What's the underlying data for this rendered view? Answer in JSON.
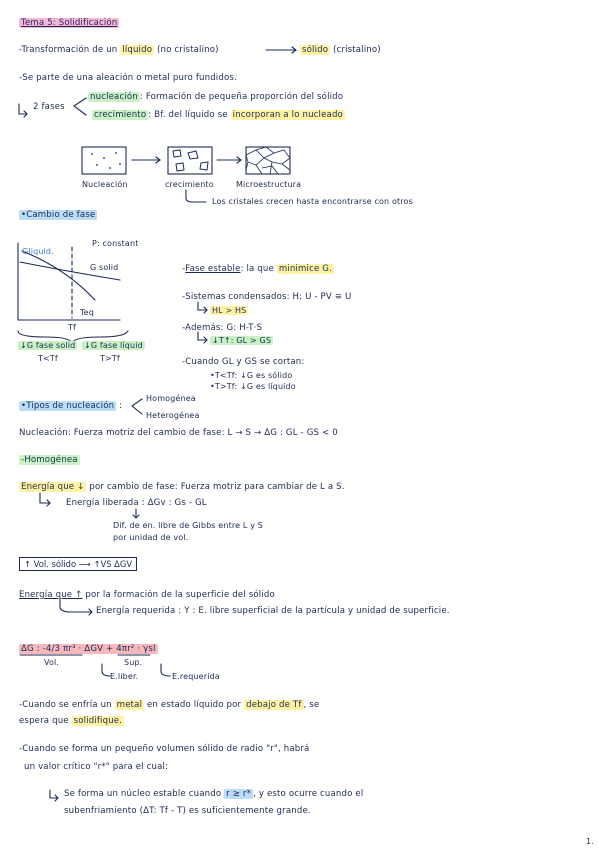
{
  "title": "Tema 5: Solidificación",
  "l_transform_a": "-Transformación de un",
  "l_transform_b": "líquido",
  "l_transform_c": "(no cristalino)",
  "l_transform_d": "sólido",
  "l_transform_e": "(cristalino)",
  "l_parte": "-Se parte de una aleación o metal puro fundidos.",
  "fases_label": "2 fases",
  "nucleacion_word": "nucleación",
  "nucleacion_def": ": Formación de pequeña proporción del sólido",
  "crecimiento_word": "crecimiento",
  "crecimiento_def_a": ": Bf. del líquido se",
  "crecimiento_def_b": "incorporan a lo nucleado",
  "diag_nucleacion": "Nucleación",
  "diag_crecimiento": "crecimiento",
  "diag_micro": "Microestructura",
  "diag_note": "Los cristales crecen hasta encontrarse con otros",
  "cambio_fase": "•Cambio de fase",
  "graph_p": "P: constant",
  "graph_gliquid": "Gliquid.",
  "graph_gsolid": "G solid",
  "graph_teq": "Teq",
  "graph_tf": "Tf",
  "fase_solid": "↓G fase solid",
  "fase_liquid": "↓G fase líquid",
  "t_less": "T<Tf",
  "t_greater": "T>Tf",
  "estable_a": "-",
  "estable_b": "Fase estable",
  "estable_c": ": la que",
  "estable_d": "minimice G.",
  "condensados": "-Sistemas condensados:  H: U - PV ≅ U",
  "hl_hs": "HL > HS",
  "ademas": "-Además: G: H-T·S",
  "ts_gl": "↓T↑: GL > GS",
  "cuando": "-Cuando  GL y GS se cortan:",
  "cuando1": "•T<Tf: ↓G es sólido",
  "cuando2": "•T>Tf: ↓G es líquido",
  "tipos": "•Tipos de nucleación",
  "homogenea_opt": "Homogénea",
  "heterogenea_opt": "Heterogénea",
  "fuerza": "Nucleación: Fuerza motriz del cambio de fase: L → S → ΔG : GL - GS < 0",
  "homogenea_title": "-Homogénea",
  "energia_a": "Energía que ↓",
  "energia_b": "por cambio de fase: Fuerza motriz para cambiar de L a S.",
  "energia_lib": "Energía liberada : ΔGv : Gs - GL",
  "dif": "Dif. de en. libre de Gibbs entre L y S",
  "por_unidad": "por unidad de vol.",
  "box_vol": "↑ Vol. sólido ⟶ ↑VS ΔGV",
  "energia2_a": "Energía que ↑",
  "energia2_b": "por la formación de la superficie del sólido",
  "energia_req": "Energía requerida : Y : E. libre superficial de la partícula y unidad de superficie.",
  "formula": "ΔG : -4/3 πr³ · ΔGV + 4πr² · γsl",
  "f_vol": "Vol.",
  "f_sup": "Sup.",
  "f_eliber": "E.liber.",
  "f_erequerida": "E.requerida",
  "enfria_a": "-Cuando se enfría un",
  "enfria_b": "metal",
  "enfria_c": "en estado líquido por",
  "enfria_d": "debajo  de  Tf",
  "enfria_e": ", se",
  "espera_a": "espera que",
  "espera_b": "solidifique.",
  "volumen": "-Cuando se forma un pequeño volumen sólido de radio \"r\", habrá",
  "critico": "un valor crítico \"r*\" para el cual:",
  "nucleo_a": "Se forma un núcleo estable cuando",
  "nucleo_b": "r ≥ r*",
  "nucleo_c": ", y esto ocurre cuando el",
  "subenf": "subenfriamiento (ΔT: Tf - T) es suficientemente grande.",
  "page_number": "1."
}
